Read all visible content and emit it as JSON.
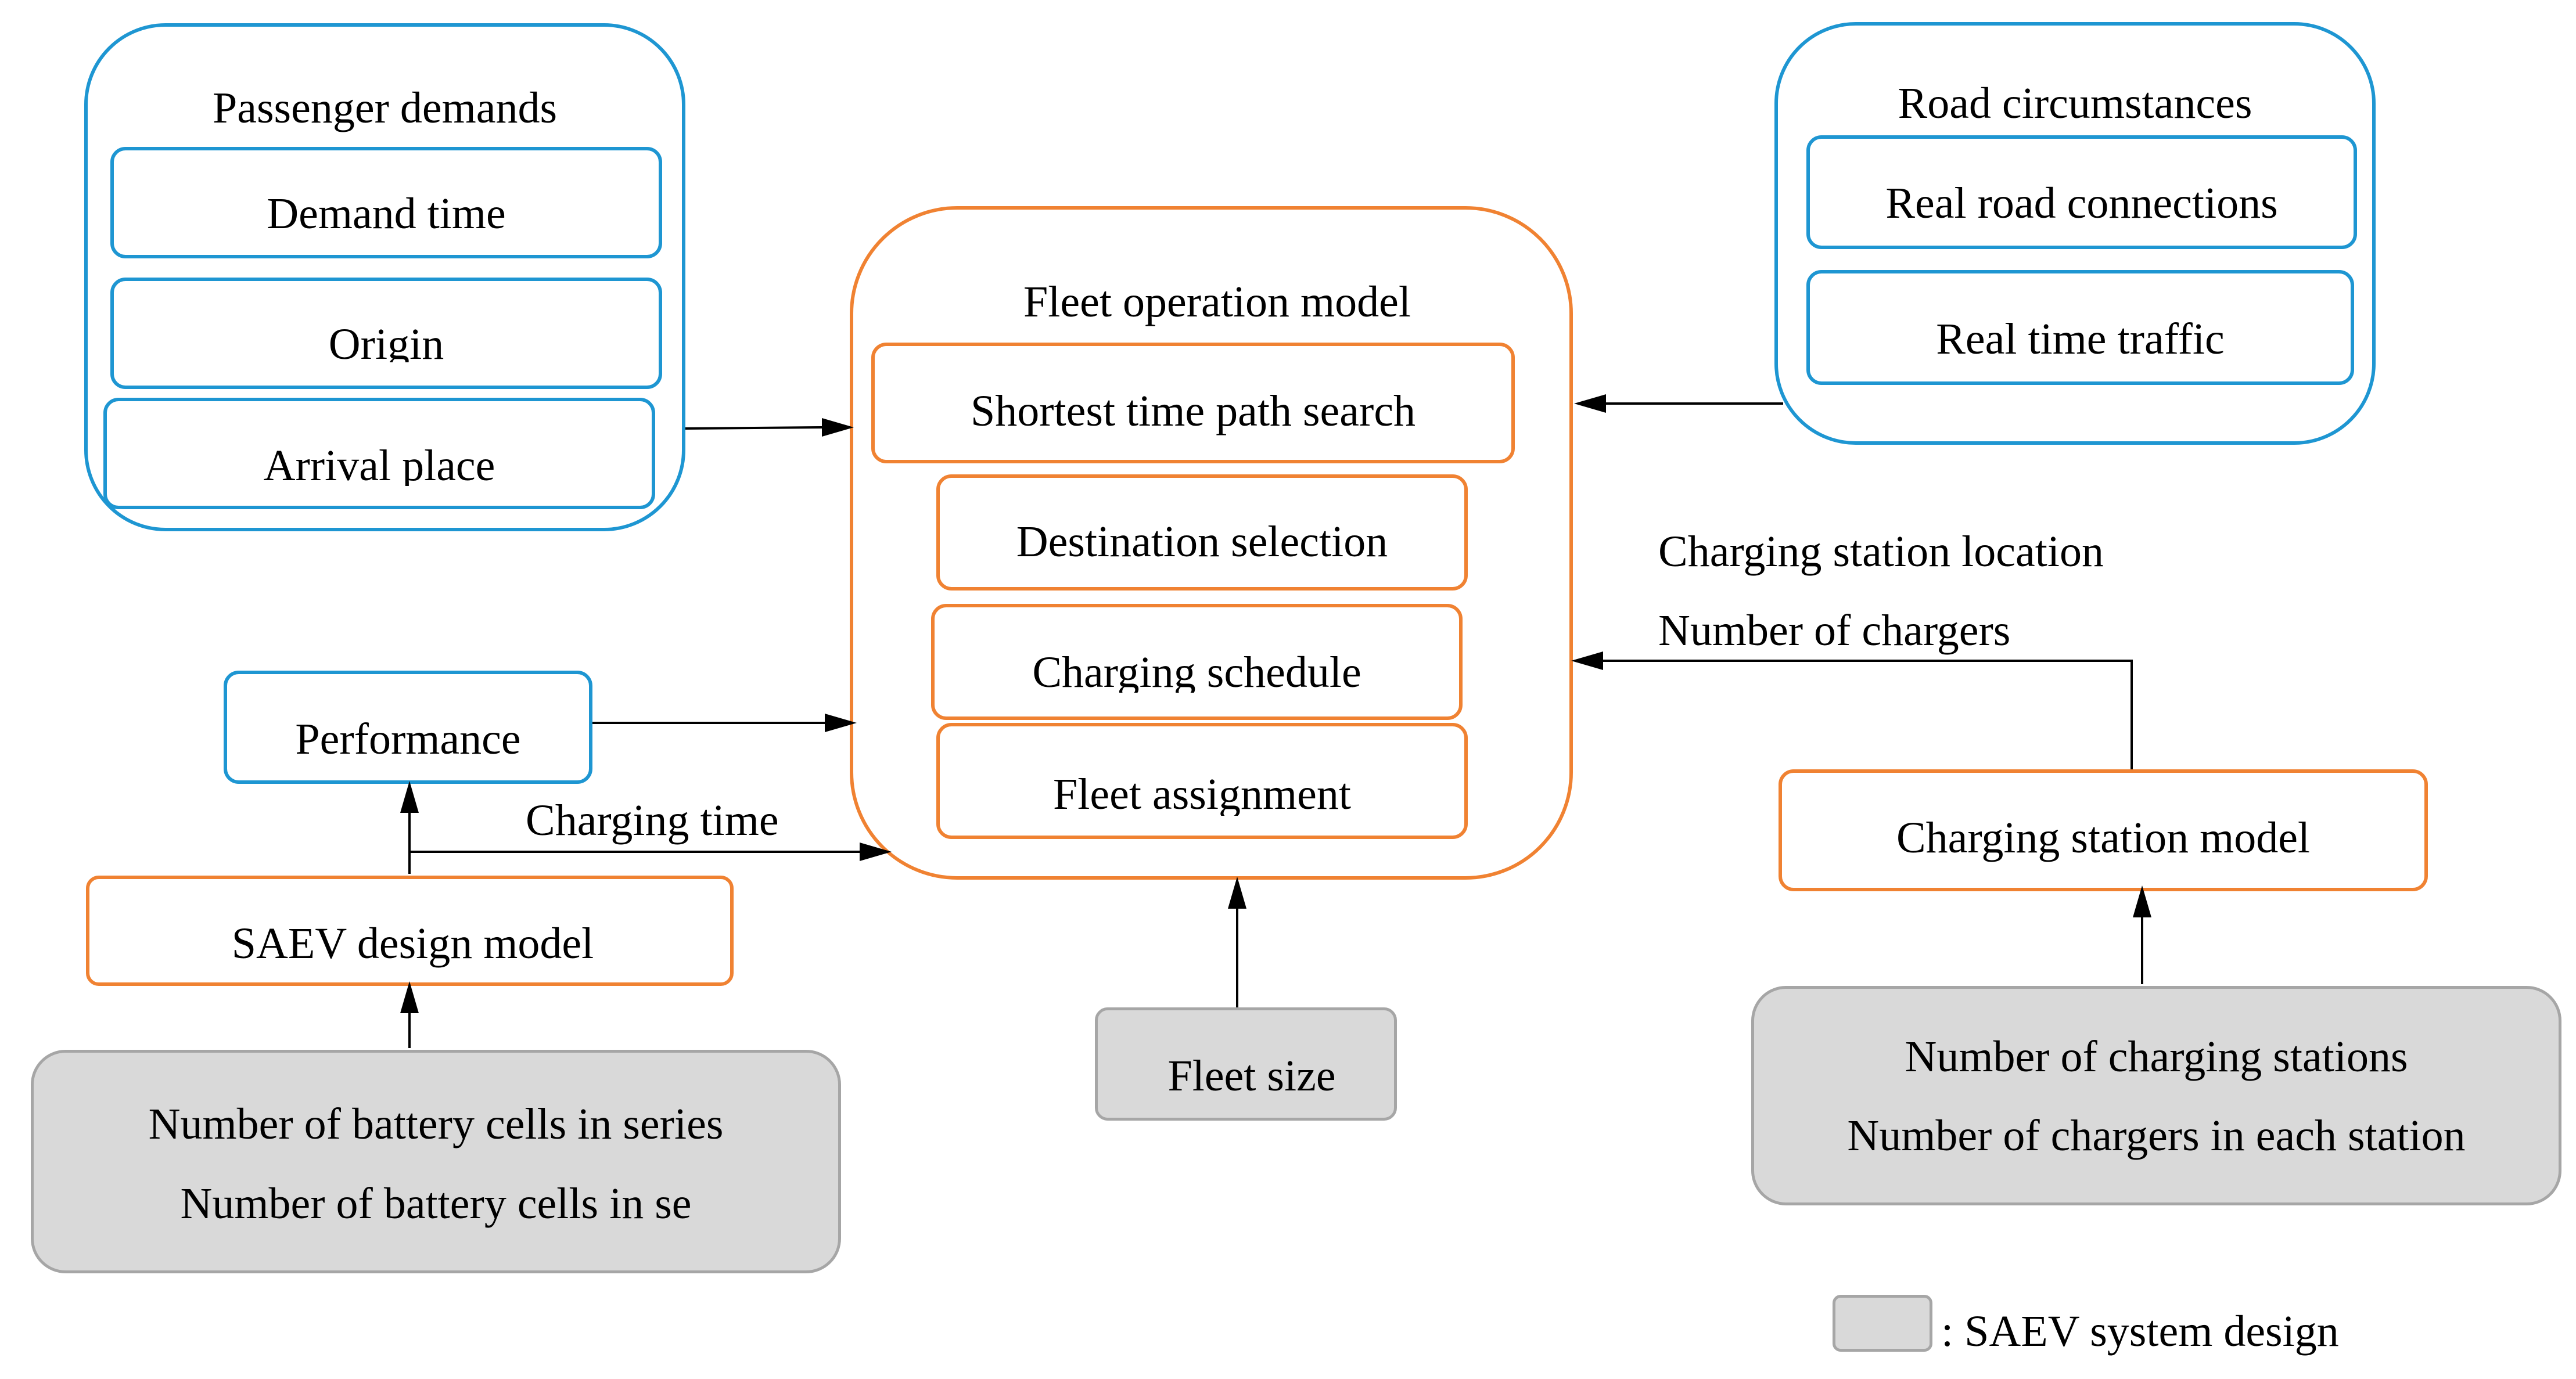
{
  "passenger": {
    "title": "Passenger demands",
    "items": [
      "Demand time",
      "Origin",
      "Arrival place"
    ]
  },
  "road": {
    "title": "Road circumstances",
    "items": [
      "Real road connections",
      "Real time traffic"
    ]
  },
  "fleet": {
    "title": "Fleet operation model",
    "items": [
      "Shortest time path search",
      "Destination selection",
      "Charging schedule",
      "Fleet assignment"
    ]
  },
  "performance": "Performance",
  "charging_time": "Charging time",
  "saev_design": "SAEV design model",
  "battery": {
    "line1": "Number of battery cells in series",
    "line2": "Number of battery cells in se"
  },
  "fleet_size": "Fleet size",
  "station_info": {
    "line1": "Charging station location",
    "line2": "Number of chargers"
  },
  "charging_station_model": "Charging station model",
  "stations": {
    "line1": "Number of charging stations",
    "line2": "Number of chargers in each station"
  },
  "legend": ": SAEV system design",
  "colors": {
    "blue": "#1e96d2",
    "orange": "#f08232",
    "grey_fill": "#d9d9d9"
  }
}
